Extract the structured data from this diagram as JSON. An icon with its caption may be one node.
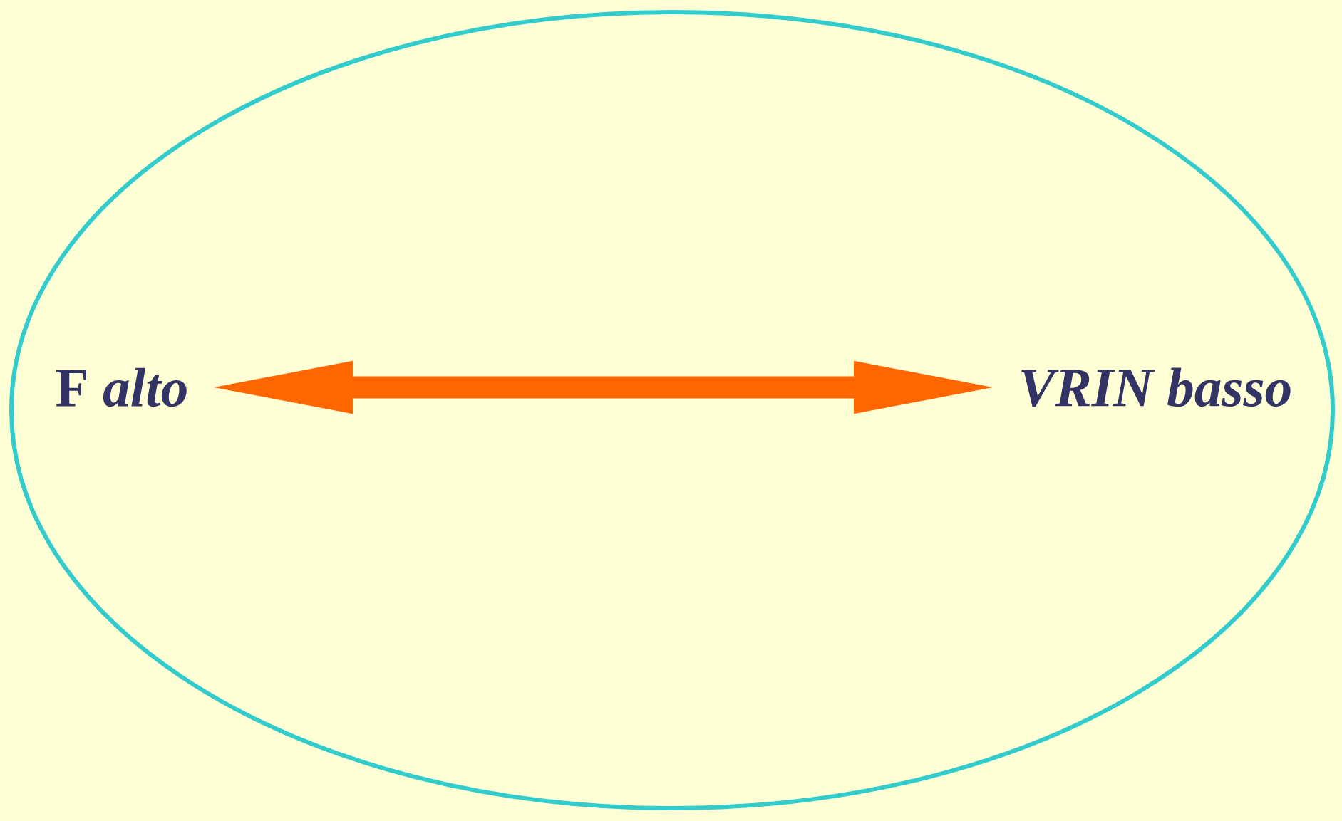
{
  "diagram": {
    "nodes": [
      {
        "text": [],
        "shape": "ellipse"
      },
      {
        "text": [
          "F *alto*"
        ],
        "in": 0
      },
      {
        "text": [
          "VRIN basso"
        ],
        "in": 0
      }
    ],
    "edges": [
      {
        "from": 1,
        "to": 2,
        "arrow": "both"
      }
    ]
  }
}
